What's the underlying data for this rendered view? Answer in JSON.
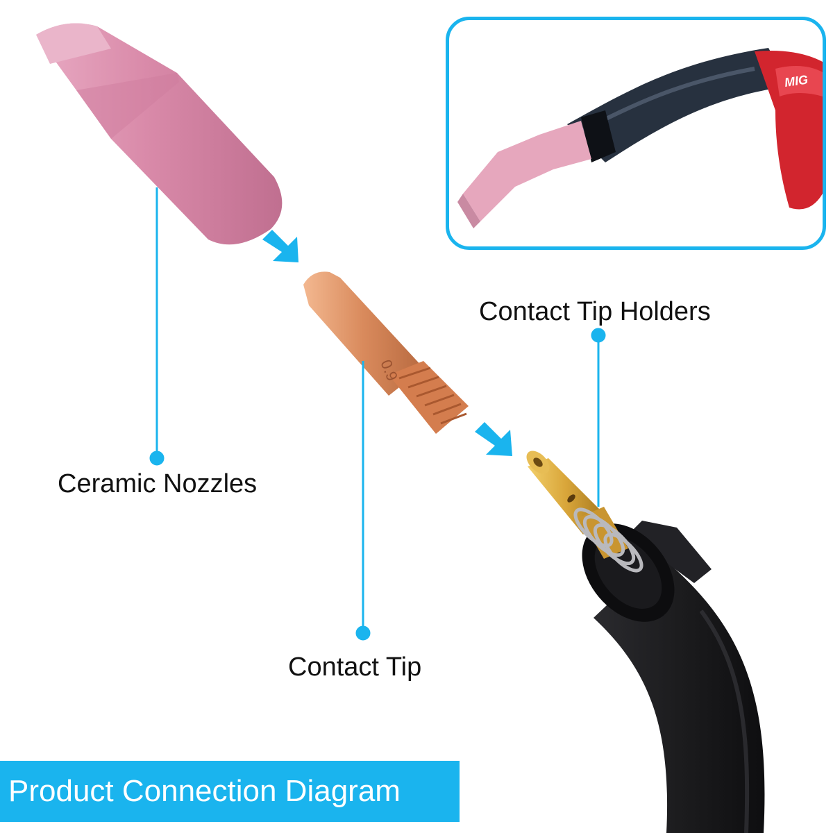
{
  "labels": {
    "ceramic_nozzles": "Ceramic Nozzles",
    "contact_tip": "Contact Tip",
    "contact_tip_holders": "Contact Tip Holders"
  },
  "banner": {
    "text": "Product Connection Diagram"
  },
  "inset": {
    "torch_marking": "MIG"
  },
  "contact_tip_marking": "0.9",
  "colors": {
    "accent_blue": "#1ab4ee",
    "nozzle_pink": "#d98aa9",
    "copper": "#d98a5c",
    "brass": "#d9a63a",
    "hose_black": "#1c1c1e",
    "torch_red": "#d2252e"
  }
}
